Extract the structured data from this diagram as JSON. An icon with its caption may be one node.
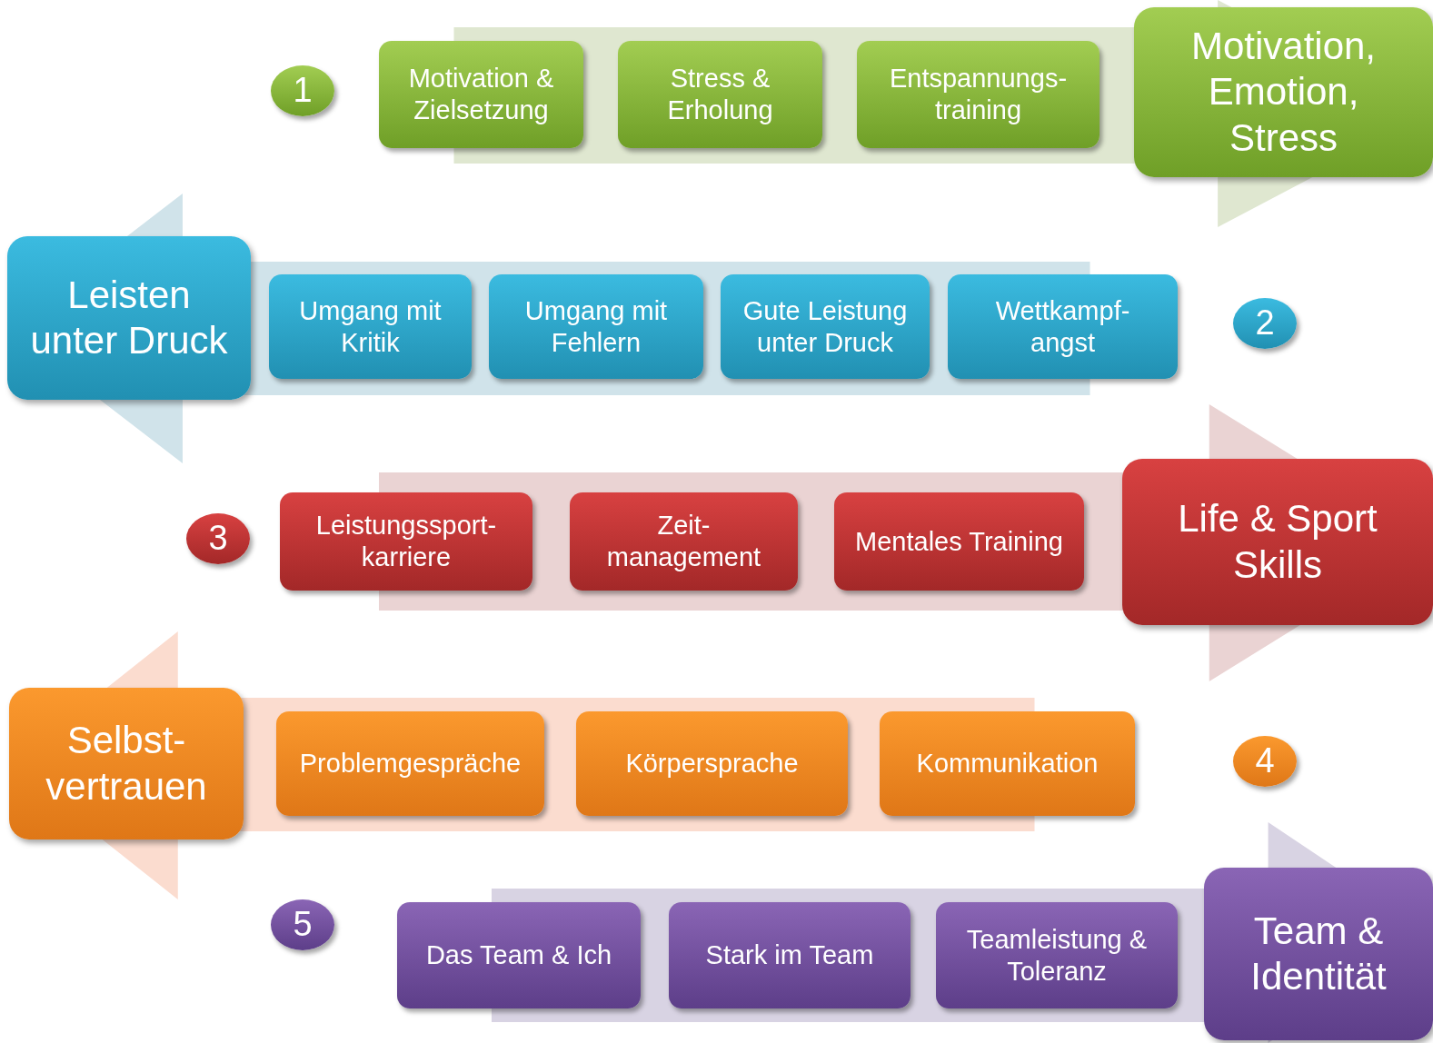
{
  "diagram": {
    "nodes": [
      {
        "text": [
          "1"
        ]
      },
      {
        "text": [
          "Motivation & Zielsetzung"
        ]
      },
      {
        "text": [
          "Stress & Erholung"
        ]
      },
      {
        "text": [
          "Entspannungs- training"
        ]
      },
      {
        "text": [
          "Motivation, Emotion, Stress"
        ]
      },
      {
        "text": [
          "Leisten unter Druck"
        ]
      },
      {
        "text": [
          "Umgang mit Kritik"
        ]
      },
      {
        "text": [
          "Umgang mit Fehlern"
        ]
      },
      {
        "text": [
          "Gute Leistung unter Druck"
        ]
      },
      {
        "text": [
          "Wettkampf- angst"
        ]
      },
      {
        "text": [
          "2"
        ]
      },
      {
        "text": [
          "3"
        ]
      },
      {
        "text": [
          "Leistungssport- karriere"
        ]
      },
      {
        "text": [
          "Zeit- management"
        ]
      },
      {
        "text": [
          "Mentales Training"
        ]
      },
      {
        "text": [
          "Life & Sport Skills"
        ]
      },
      {
        "text": [
          "Selbst- vertrauen"
        ]
      },
      {
        "text": [
          "Problemgespräche"
        ]
      },
      {
        "text": [
          "Körpersprache"
        ]
      },
      {
        "text": [
          "Kommunikation"
        ]
      },
      {
        "text": [
          "4"
        ]
      },
      {
        "text": [
          "5"
        ]
      },
      {
        "text": [
          "Das Team & Ich"
        ]
      },
      {
        "text": [
          "Stark im Team"
        ]
      },
      {
        "text": [
          "Teamleistung & Toleranz"
        ]
      },
      {
        "text": [
          "Team & Identität"
        ]
      }
    ],
    "edges": [
      {
        "from": 1,
        "to": 4,
        "arrow": "to"
      },
      {
        "from": 9,
        "to": 5,
        "arrow": "to"
      },
      {
        "from": 12,
        "to": 15,
        "arrow": "to"
      },
      {
        "from": 19,
        "to": 16,
        "arrow": "to"
      },
      {
        "from": 22,
        "to": 25,
        "arrow": "to"
      }
    ]
  }
}
